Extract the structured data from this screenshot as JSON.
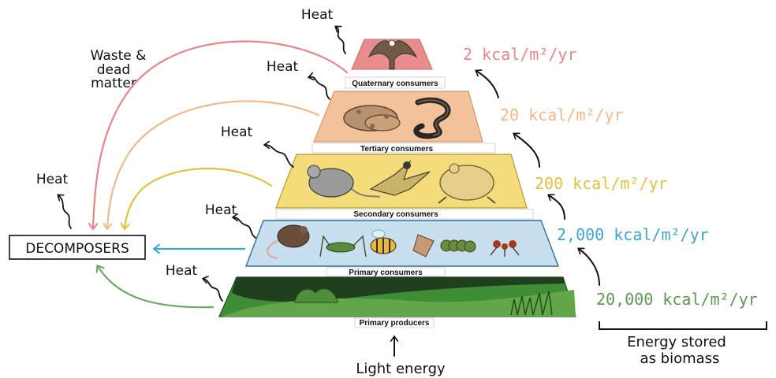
{
  "colors": {
    "quaternary": "#e88c8c",
    "tertiary": "#f2c39b",
    "secondary": "#f4dc7a",
    "primary_consumers": "#c8dff0",
    "producers": "#3f8d34",
    "arrow_quaternary": "#e8868a",
    "arrow_tertiary": "#f0b98a",
    "arrow_secondary": "#e2c23c",
    "arrow_primary": "#3ba7d0",
    "arrow_producers": "#6aaa64",
    "energy_quaternary": "#e8868a",
    "energy_tertiary": "#f0b98a",
    "energy_secondary": "#e2c23c",
    "energy_primary": "#3ba7d0",
    "energy_producers": "#5c9a4f"
  },
  "levels": {
    "quaternary": "Quaternary consumers",
    "tertiary": "Tertiary consumers",
    "secondary": "Secondary consumers",
    "primary": "Primary consumers",
    "producers": "Primary producers"
  },
  "energy": {
    "quaternary": "2 kcal/m²/yr",
    "tertiary": "20 kcal/m²/yr",
    "secondary": "200 kcal/m²/yr",
    "primary": "2,000 kcal/m²/yr",
    "producers": "20,000 kcal/m²/yr"
  },
  "labels": {
    "heat": "Heat",
    "decomposers": "DECOMPOSERS",
    "waste_line1": "Waste &",
    "waste_line2": "dead",
    "waste_line3": "matter",
    "light_energy": "Light energy",
    "biomass_line1": "Energy stored",
    "biomass_line2": "as biomass"
  },
  "icons": {
    "quaternary": [
      "eagle-icon"
    ],
    "tertiary": [
      "snake-icon",
      "snake-icon"
    ],
    "secondary": [
      "rat-icon",
      "bird-icon",
      "toad-icon"
    ],
    "primary": [
      "mouse-icon",
      "grasshopper-icon",
      "bee-icon",
      "moth-icon",
      "caterpillar-icon",
      "ant-icon"
    ],
    "producers": [
      "bush-icon",
      "grass-icon"
    ]
  }
}
